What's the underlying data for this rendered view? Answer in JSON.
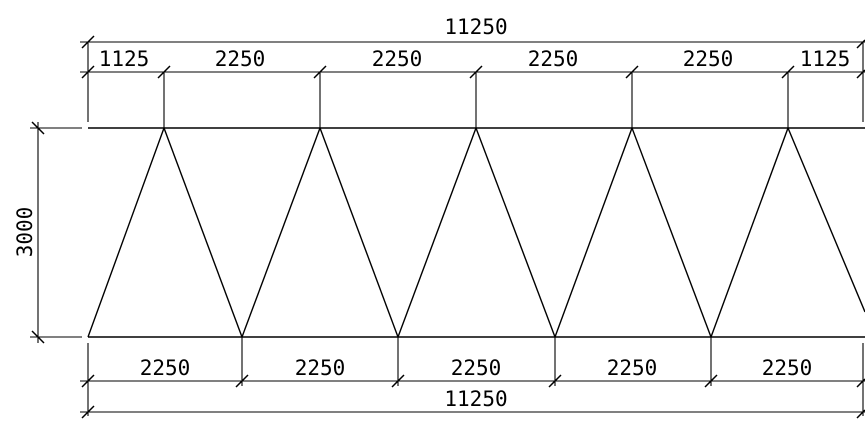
{
  "top_dims": {
    "overall": "11250",
    "segments": [
      "1125",
      "2250",
      "2250",
      "2250",
      "2250",
      "1125"
    ]
  },
  "height_dim": "3000",
  "bottom_dims": {
    "segments": [
      "2250",
      "2250",
      "2250",
      "2250",
      "2250"
    ],
    "overall": "11250"
  }
}
